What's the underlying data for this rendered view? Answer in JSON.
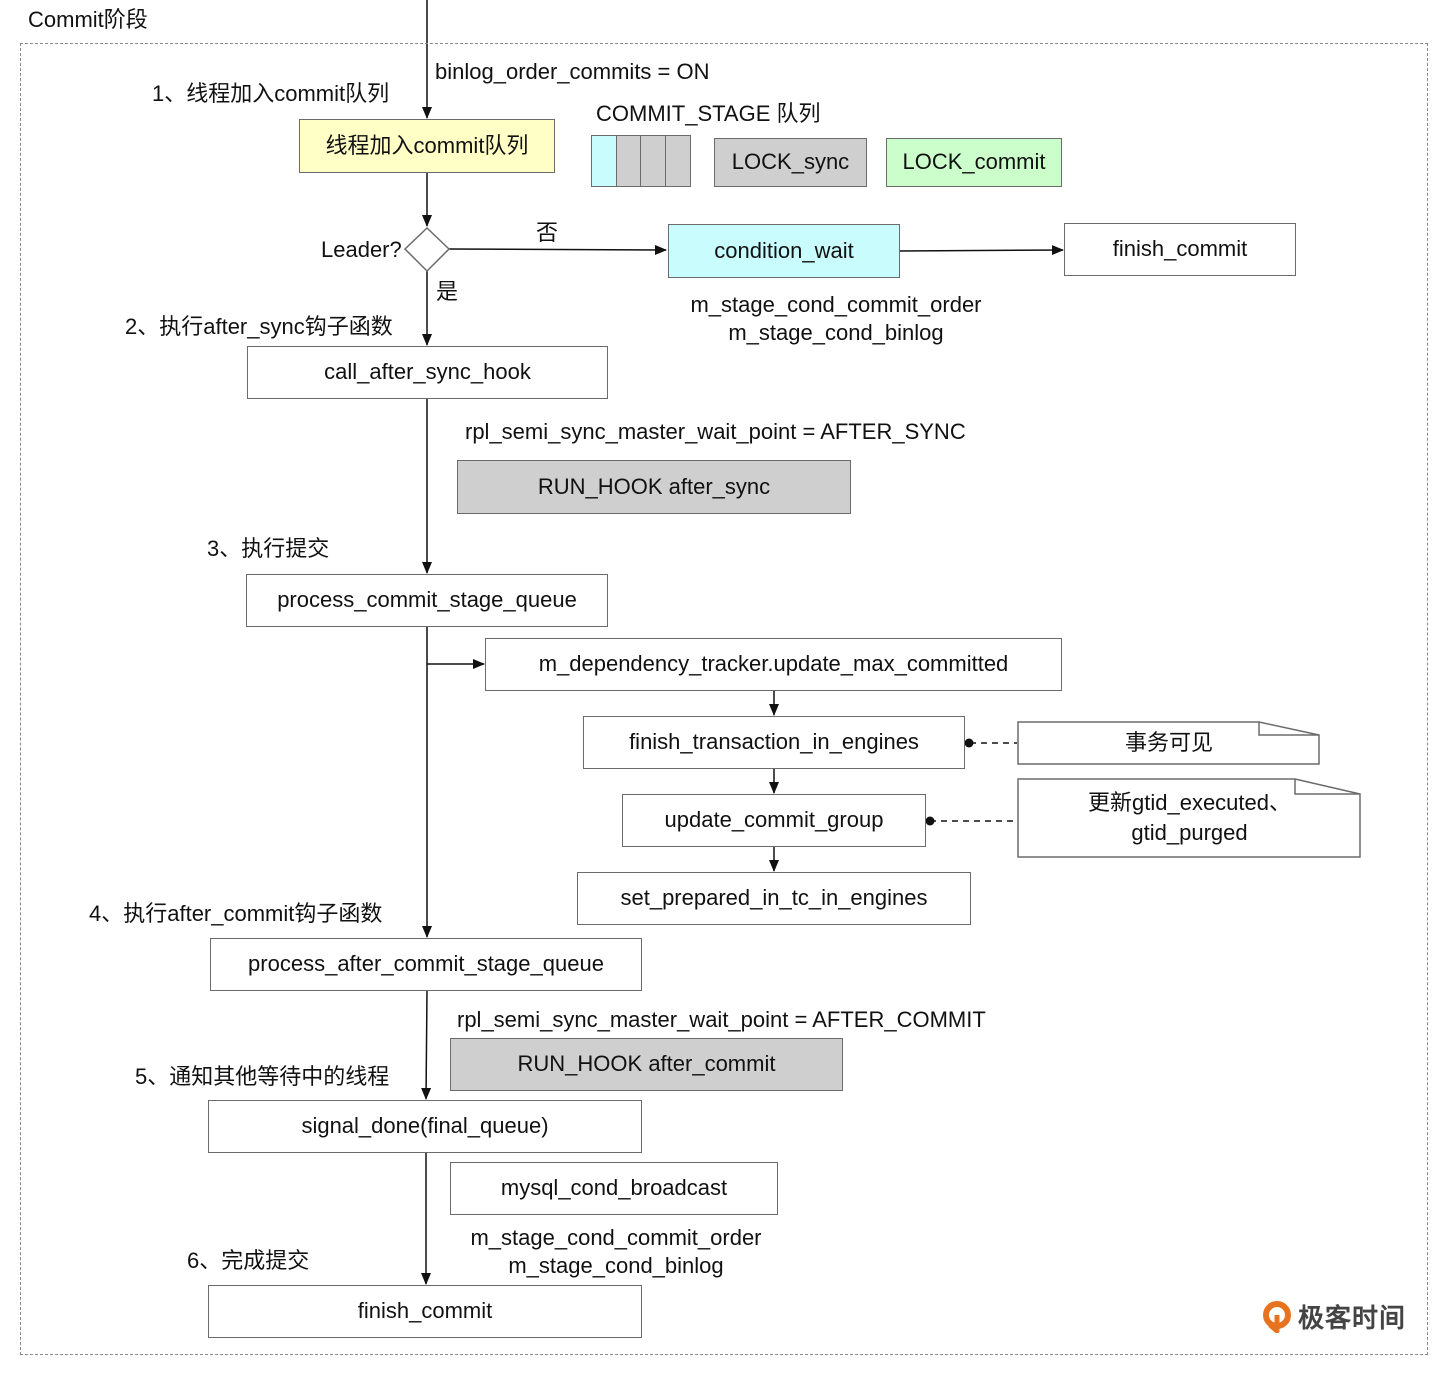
{
  "stage_title": "Commit阶段",
  "config_binlog": "binlog_order_commits = ON",
  "queue_label": "COMMIT_STAGE 队列",
  "queue_cells": [
    "active",
    "waiting",
    "waiting",
    "waiting"
  ],
  "locks": {
    "sync": "LOCK_sync",
    "commit": "LOCK_commit"
  },
  "steps": {
    "s1": "1、线程加入commit队列",
    "s2": "2、执行after_sync钩子函数",
    "s3": "3、执行提交",
    "s4": "4、执行after_commit钩子函数",
    "s5": "5、通知其他等待中的线程",
    "s6": "6、完成提交"
  },
  "nodes": {
    "enqueue": "线程加入commit队列",
    "decision": "Leader?",
    "no_label": "否",
    "yes_label": "是",
    "condition_wait": "condition_wait",
    "finish_commit_follower": "finish_commit",
    "cond_vars_wait": [
      "m_stage_cond_commit_order",
      "m_stage_cond_binlog"
    ],
    "call_after_sync_hook": "call_after_sync_hook",
    "after_sync_point": "rpl_semi_sync_master_wait_point = AFTER_SYNC",
    "run_hook_after_sync": "RUN_HOOK after_sync",
    "process_commit_stage_queue": "process_commit_stage_queue",
    "update_max_committed": "m_dependency_tracker.update_max_committed",
    "finish_transaction_in_engines": "finish_transaction_in_engines",
    "note_visible": "事务可见",
    "update_commit_group": "update_commit_group",
    "note_gtid": [
      "更新gtid_executed、",
      "gtid_purged"
    ],
    "set_prepared_in_tc_in_engines": "set_prepared_in_tc_in_engines",
    "process_after_commit_stage_queue": "process_after_commit_stage_queue",
    "after_commit_point": "rpl_semi_sync_master_wait_point = AFTER_COMMIT",
    "run_hook_after_commit": "RUN_HOOK after_commit",
    "signal_done": "signal_done(final_queue)",
    "mysql_cond_broadcast": "mysql_cond_broadcast",
    "cond_vars_broadcast": [
      "m_stage_cond_commit_order",
      "m_stage_cond_binlog"
    ],
    "finish_commit": "finish_commit"
  },
  "colors": {
    "yellow": "#ffffc6",
    "cyan": "#c9fdfd",
    "gray": "#cfcfcf",
    "green": "#ccfecc",
    "logo_orange": "#e8731f"
  },
  "logo_text": "极客时间"
}
